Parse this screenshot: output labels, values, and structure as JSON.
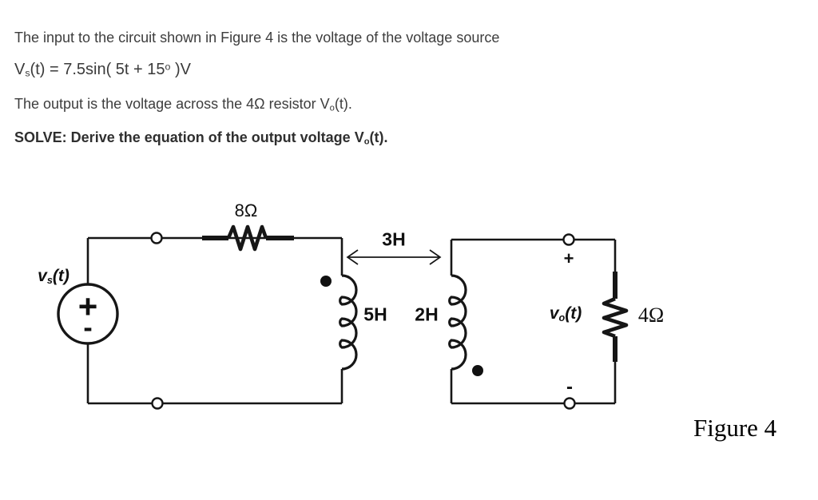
{
  "problem": {
    "line1": "The input to the circuit shown in Figure 4 is the voltage of the voltage source",
    "eq": {
      "v": "V",
      "sub": "s",
      "mid": "(t) = 7.5sin( 5t + 15",
      "deg": "o",
      "tail": " )V"
    },
    "line3": {
      "pre": "The output is the voltage across the 4Ω resistor V",
      "sub": "o",
      "tail": "(t)."
    },
    "line4": {
      "pre": "SOLVE: Derive the equation of the output voltage V",
      "sub": "o",
      "tail": "(t)."
    }
  },
  "circuit": {
    "labels": {
      "r_top": "8Ω",
      "mutual": "3H",
      "l_primary": "5H",
      "l_secondary": "2H",
      "r_out": "4Ω"
    },
    "source": {
      "v": "v",
      "sub": "s",
      "tail": "(t)",
      "plus": "+",
      "minus": "-"
    },
    "output": {
      "v": "v",
      "sub": "o",
      "tail": "(t)",
      "plus": "+",
      "minus": "-"
    }
  },
  "figure_caption": "Figure 4",
  "colors": {
    "ink": "#161616",
    "body_text": "#3d3d3d"
  }
}
